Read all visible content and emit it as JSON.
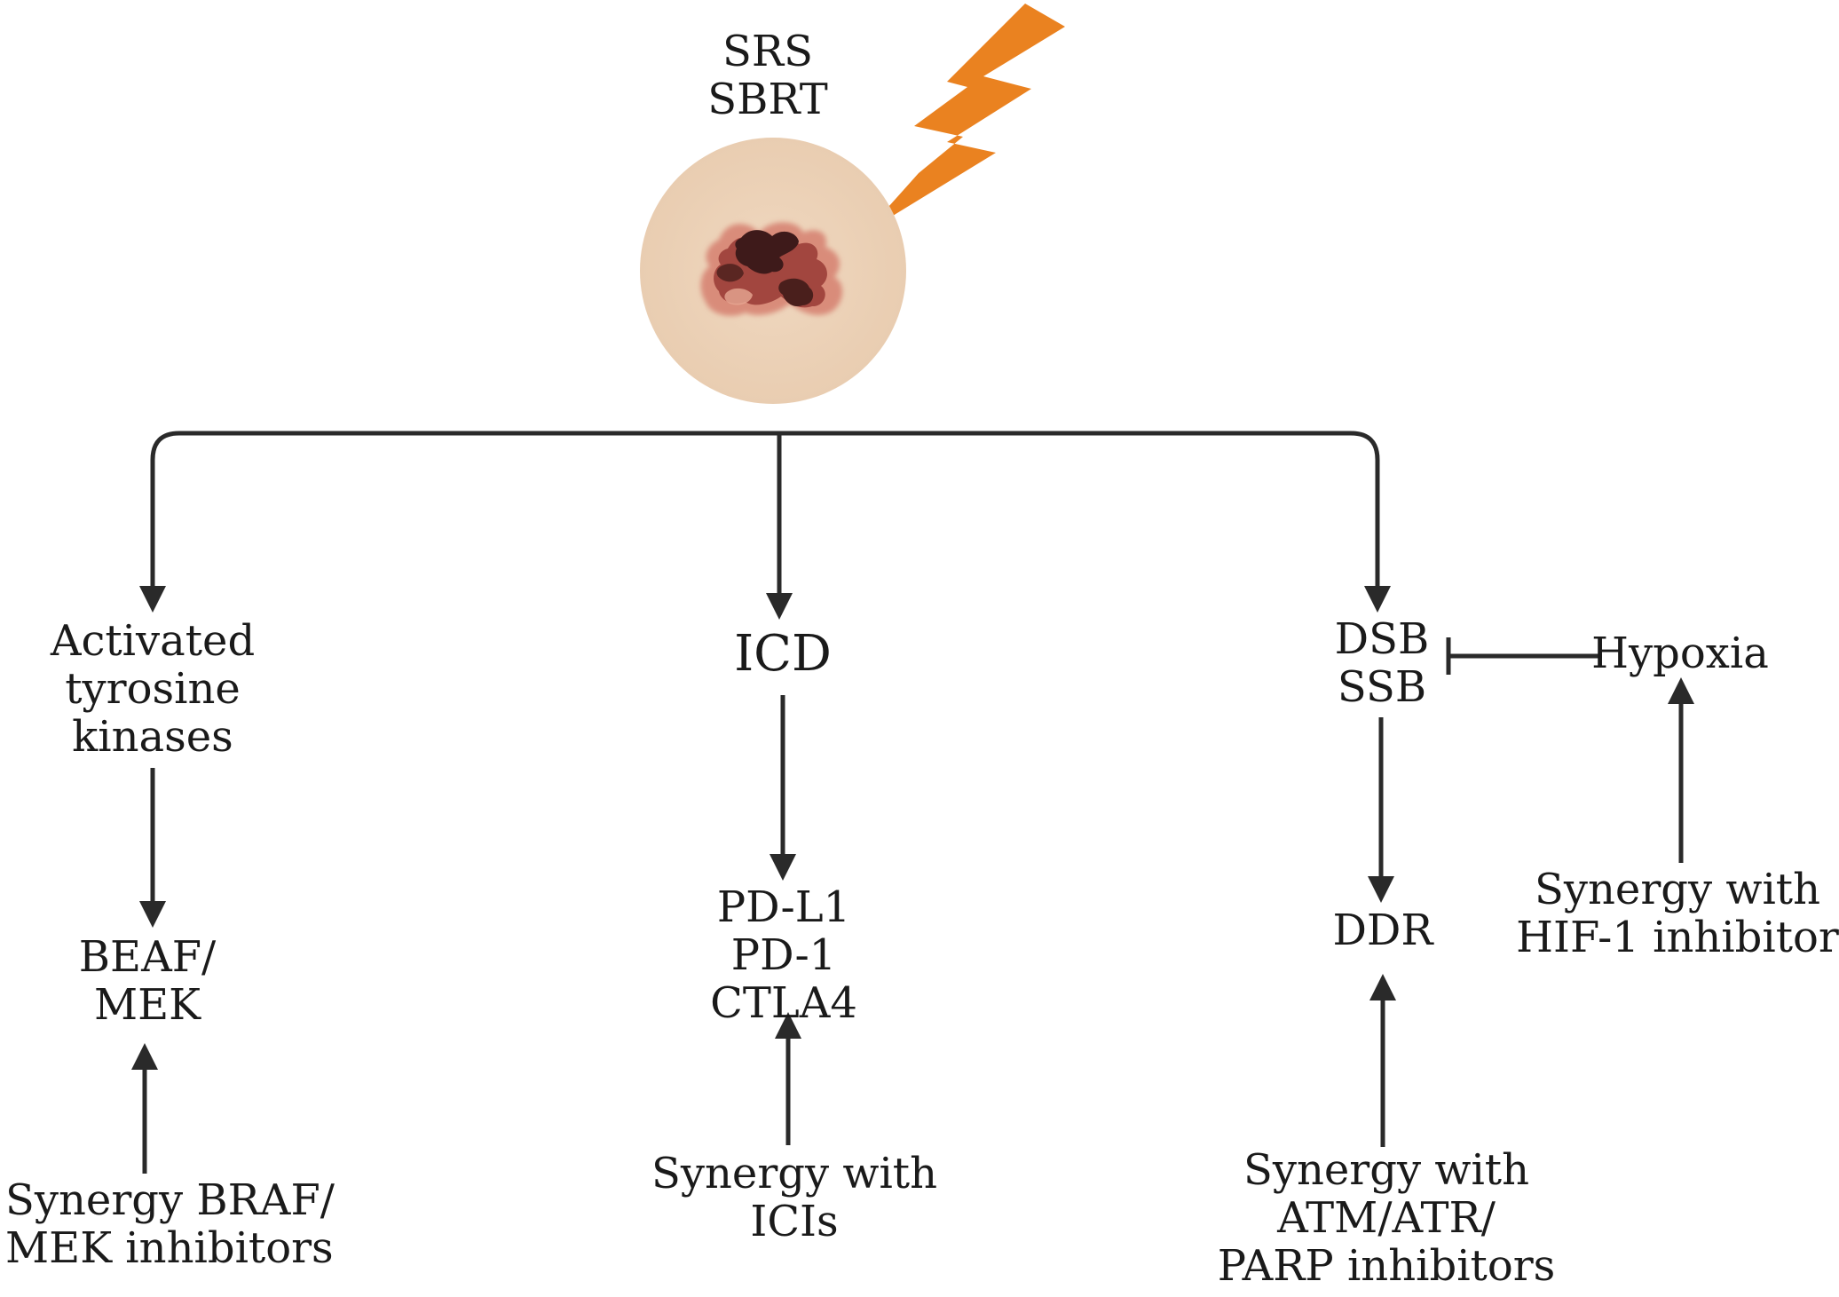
{
  "treatment": {
    "lines": [
      "SRS",
      "SBRT"
    ]
  },
  "icons": {
    "radiation": "lightning-bolt-icon",
    "tumor": "tumor-lesion-icon"
  },
  "colors": {
    "bolt": "#EA8220",
    "tissue": "#EDD3B8",
    "lesion_dark": "#3E1A1A",
    "lesion_mid": "#8C3B36",
    "lesion_edge": "#D88978",
    "line": "#2A2A2A"
  },
  "branches": {
    "left": {
      "effect": [
        "Activated",
        "tyrosine",
        "kinases"
      ],
      "target": [
        "BEAF/",
        "MEK"
      ],
      "synergy": [
        "Synergy BRAF/",
        "MEK inhibitors"
      ]
    },
    "middle": {
      "effect": "ICD",
      "target": [
        "PD-L1",
        "PD-1",
        "CTLA4"
      ],
      "synergy": [
        "Synergy with",
        "ICIs"
      ]
    },
    "right": {
      "effect": [
        "DSB",
        "SSB"
      ],
      "target": "DDR",
      "synergy": [
        "Synergy with",
        "ATM/ATR/",
        "PARP inhibitors"
      ],
      "inhibitor": "Hypoxia",
      "inhibitor_synergy": [
        "Synergy with",
        "HIF-1 inhibitor"
      ]
    }
  }
}
